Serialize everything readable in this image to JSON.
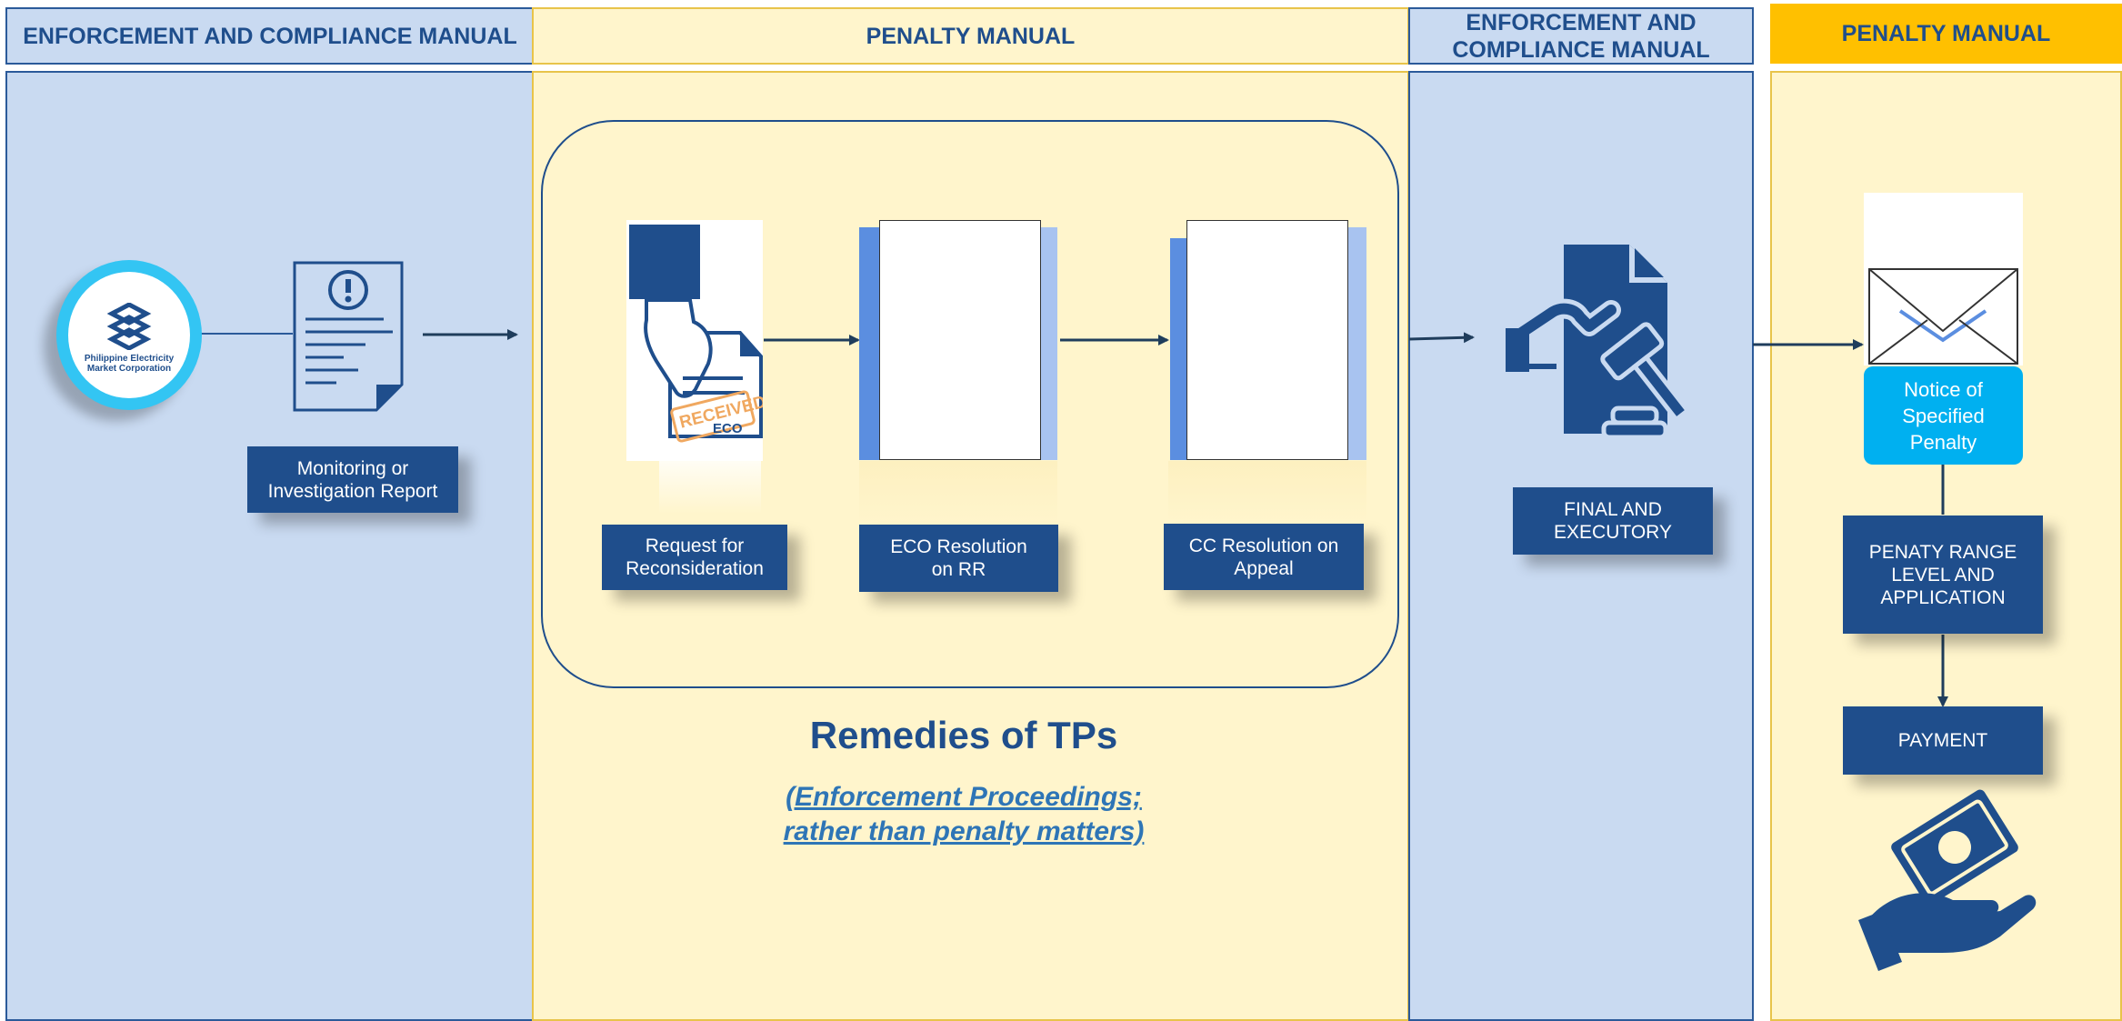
{
  "headers": {
    "col1": "ENFORCEMENT AND COMPLIANCE MANUAL",
    "col2": "PENALTY MANUAL",
    "col3_line1": "ENFORCEMENT AND",
    "col3_line2": "COMPLIANCE MANUAL",
    "col4": "PENALTY MANUAL"
  },
  "logo": {
    "line1": "Philippine Electricity",
    "line2": "Market Corporation"
  },
  "steps": {
    "monitoring_line1": "Monitoring or",
    "monitoring_line2": "Investigation Report",
    "request_line1": "Request for",
    "request_line2": "Reconsideration",
    "eco_line1": "ECO Resolution",
    "eco_line2": "on RR",
    "cc_line1": "CC Resolution on",
    "cc_line2": "Appeal",
    "final_line1": "FINAL AND",
    "final_line2": "EXECUTORY",
    "notice_line1": "Notice of",
    "notice_line2": "Specified",
    "notice_line3": "Penalty",
    "range_line1": "PENATY  RANGE",
    "range_line2": "LEVEL AND",
    "range_line3": "APPLICATION",
    "payment": "PAYMENT"
  },
  "stamp": {
    "received": "RECEIVED",
    "eco": "ECO"
  },
  "remedies": {
    "title": "Remedies of TPs",
    "sub_line1": "(Enforcement Proceedings;",
    "sub_line2": "rather than penalty matters)"
  },
  "icons": [
    "logo-icon",
    "report-alert-icon",
    "hand-document-icon",
    "document-icon",
    "gavel-document-icon",
    "envelope-icon",
    "money-hand-icon"
  ],
  "colors": {
    "navy": "#1f4e8c",
    "light_blue": "#c9daf1",
    "light_yellow": "#fff5cc",
    "gold": "#ffc000",
    "cyan": "#00b0f0"
  }
}
